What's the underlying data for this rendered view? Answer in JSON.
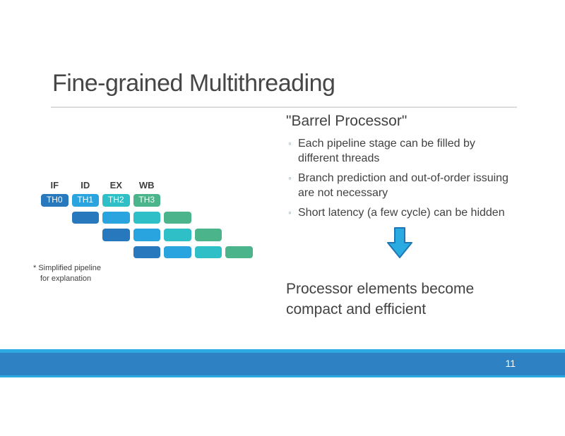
{
  "colors": {
    "title_text": "#464646",
    "body_text": "#424242",
    "divider": "#dcdcdc",
    "footer_bar": "#2e82c3",
    "footer_accent": "#2ba9e0",
    "arrow_fill": "#29abe2",
    "arrow_stroke": "#1e76b4",
    "bullet_marker_color": "#6ca6c5"
  },
  "slide": {
    "title": "Fine-grained Multithreading",
    "page_number": "11"
  },
  "diagram": {
    "stage_headers": [
      "IF",
      "ID",
      "EX",
      "WB"
    ],
    "thread_labels": [
      "TH0",
      "TH1",
      "TH2",
      "TH3"
    ],
    "thread_colors": [
      "#2878be",
      "#29a4de",
      "#2fbfc6",
      "#4bb48b"
    ],
    "row_count": 4,
    "note_line1": "* Simplified pipeline",
    "note_line2": "for explanation"
  },
  "right_panel": {
    "heading": "\"Barrel Processor\"",
    "bullet_marker": "◦",
    "bullets": [
      "Each pipeline stage can be filled by different threads",
      "Branch prediction and out-of-order issuing are not necessary",
      "Short latency (a few cycle) can be hidden"
    ],
    "conclusion": "Processor elements become compact and efficient"
  }
}
